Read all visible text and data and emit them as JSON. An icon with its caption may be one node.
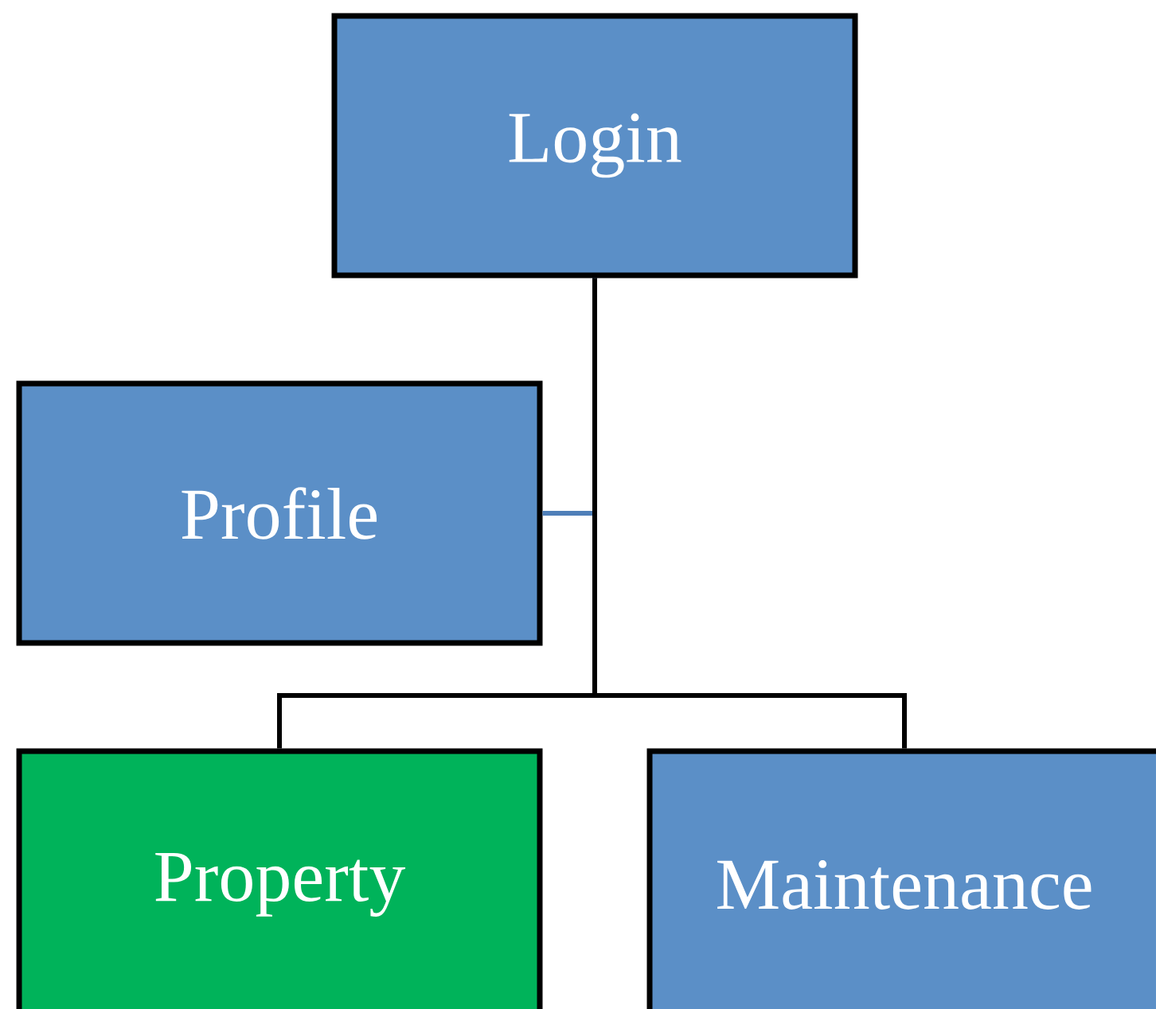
{
  "diagram": {
    "nodes": [
      {
        "text": [
          "Login"
        ]
      },
      {
        "text": [
          "Profile"
        ]
      },
      {
        "text": [
          "Property"
        ]
      },
      {
        "text": [
          "Maintenance"
        ]
      }
    ],
    "edges": [
      {
        "from": 0,
        "to": 1,
        "arrow": "none",
        "color": "#4f7fb8"
      },
      {
        "from": 0,
        "to": 2,
        "arrow": "none"
      },
      {
        "from": 0,
        "to": 3,
        "arrow": "none"
      }
    ]
  }
}
